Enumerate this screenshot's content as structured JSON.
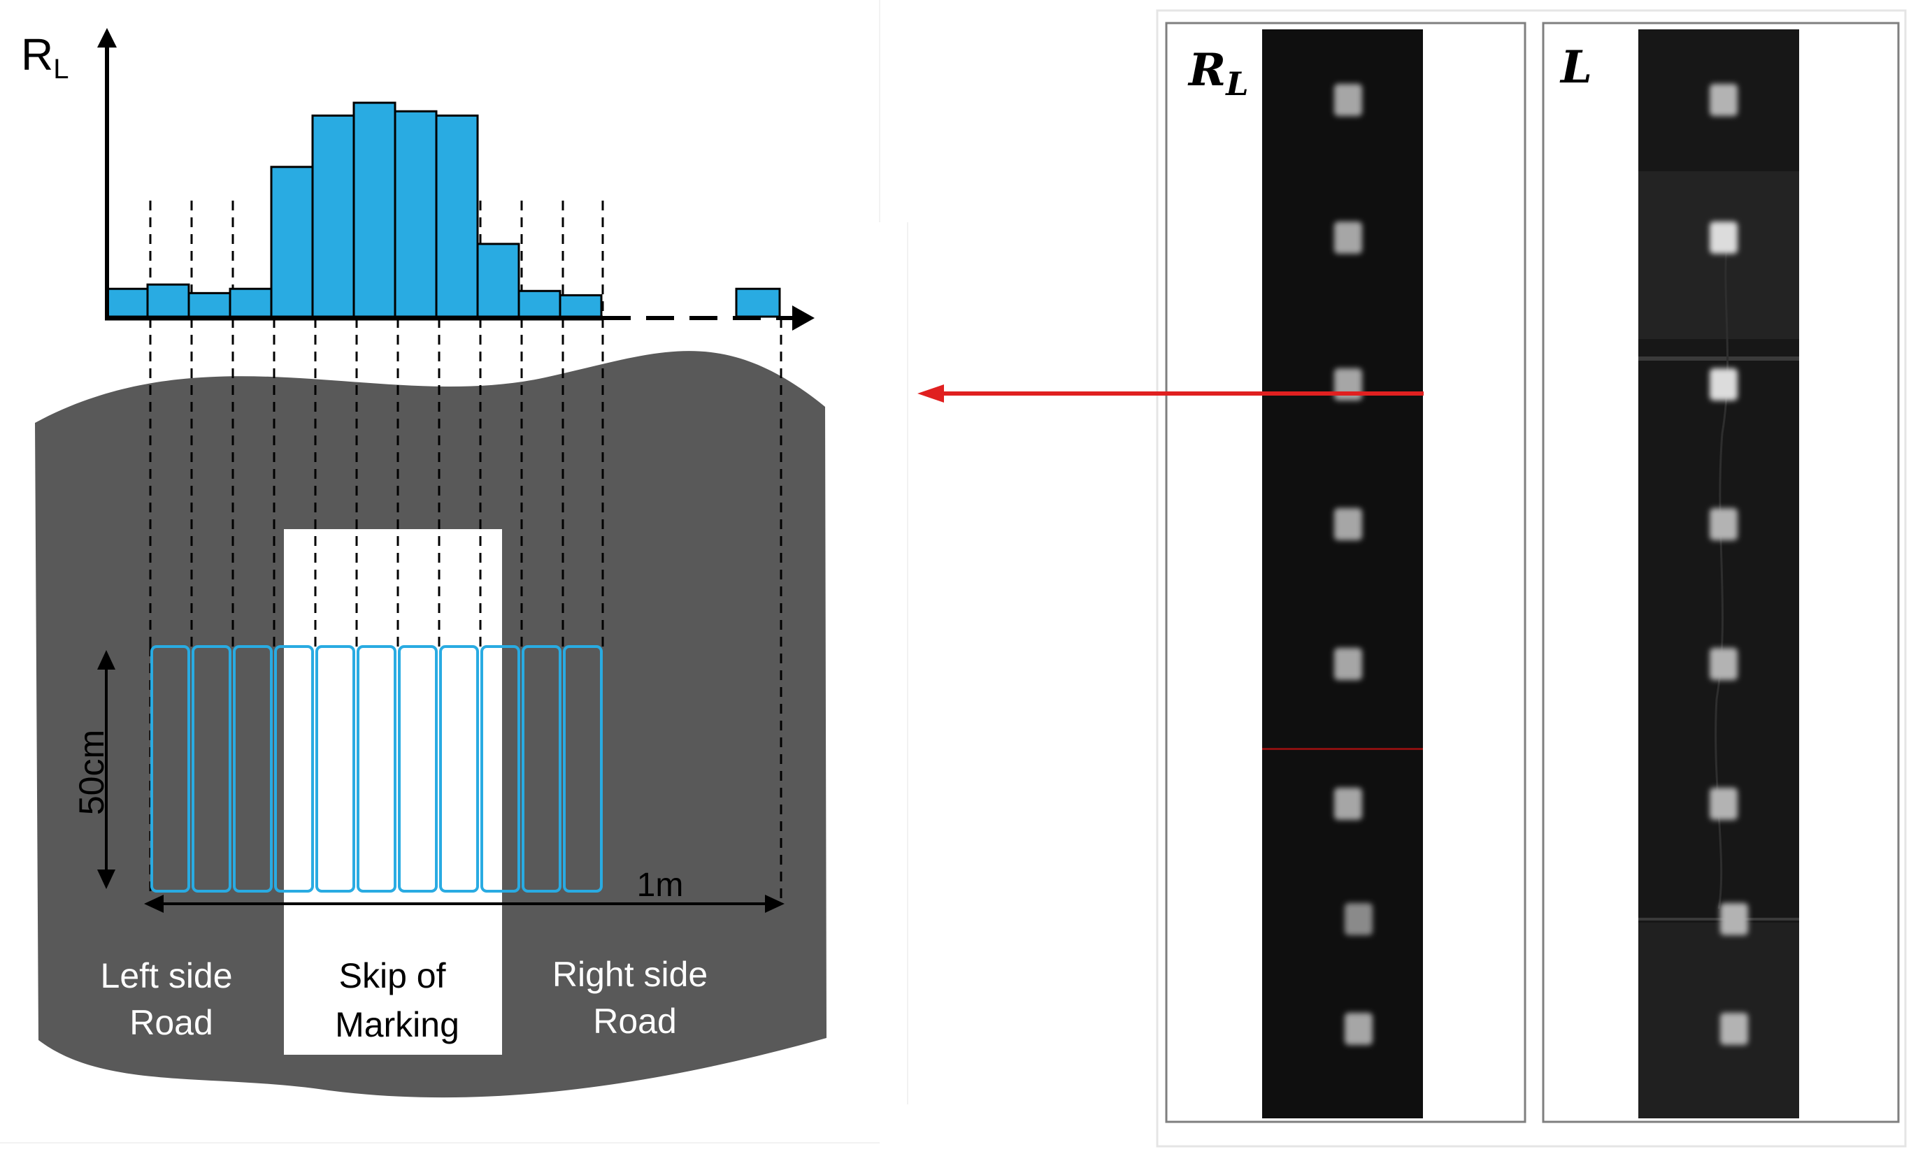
{
  "left_diagram": {
    "y_axis_label_main": "R",
    "y_axis_label_sub": "L",
    "histogram_values": [
      0.13,
      0.15,
      0.11,
      0.13,
      0.7,
      0.94,
      1.0,
      0.96,
      0.94,
      0.34,
      0.12,
      0.1
    ],
    "outlier_bar_value": 0.13,
    "dimension_height_label": "50cm",
    "dimension_width_label": "1m",
    "zone_left_line1": "Left side",
    "zone_left_line2": "Road",
    "zone_center_line1": "Skip of",
    "zone_center_line2": "Marking",
    "zone_right_line1": "Right side",
    "zone_right_line2": "Road",
    "colors": {
      "bar_fill": "#29abe2",
      "cell_outline": "#29abe2",
      "road": "#595959",
      "marking": "#ffffff",
      "arrow": "#e02020"
    }
  },
  "right_panels": {
    "panel_rl_label_main": "R",
    "panel_rl_label_sub": "L",
    "panel_l_label": "L",
    "marker_count": 8
  }
}
